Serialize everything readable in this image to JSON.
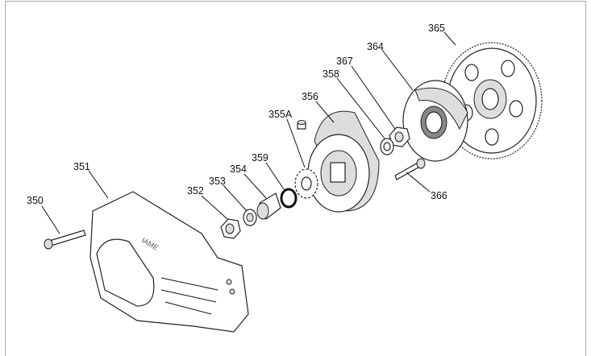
{
  "diagram": {
    "title": "Clutch assembly exploded view",
    "labels": {
      "p350": "350",
      "p351": "351",
      "p352": "352",
      "p353": "353",
      "p354": "354",
      "p355a": "355A",
      "p356": "356",
      "p358": "358",
      "p359": "359",
      "p364": "364",
      "p365": "365",
      "p366": "366",
      "p367": "367"
    },
    "cover_logo": "IAME"
  }
}
